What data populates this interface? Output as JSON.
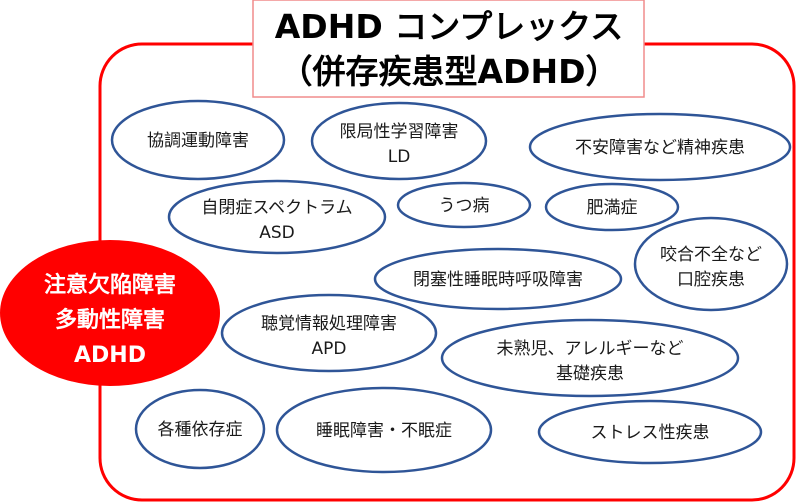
{
  "title": {
    "line1": "ADHD コンプレックス",
    "line2": "（併存疾患型ADHD）"
  },
  "core": {
    "line1": "注意欠陥障害",
    "line2": "多動性障害",
    "line3": "ADHD"
  },
  "colors": {
    "frame": "#ff0000",
    "core_fill": "#ff0000",
    "ellipse_stroke": "#2f5597",
    "title_border": "#f08c8c"
  },
  "conditions": [
    {
      "line1": "協調運動障害",
      "line2": ""
    },
    {
      "line1": "限局性学習障害",
      "line2": "LD"
    },
    {
      "line1": "不安障害など精神疾患",
      "line2": ""
    },
    {
      "line1": "自閉症スペクトラム",
      "line2": "ASD"
    },
    {
      "line1": "うつ病",
      "line2": ""
    },
    {
      "line1": "肥満症",
      "line2": ""
    },
    {
      "line1": "咬合不全など",
      "line2": "口腔疾患"
    },
    {
      "line1": "閉塞性睡眠時呼吸障害",
      "line2": ""
    },
    {
      "line1": "聴覚情報処理障害",
      "line2": "APD"
    },
    {
      "line1": "未熟児、アレルギーなど",
      "line2": "基礎疾患"
    },
    {
      "line1": "各種依存症",
      "line2": ""
    },
    {
      "line1": "睡眠障害・不眠症",
      "line2": ""
    },
    {
      "line1": "ストレス性疾患",
      "line2": ""
    }
  ]
}
